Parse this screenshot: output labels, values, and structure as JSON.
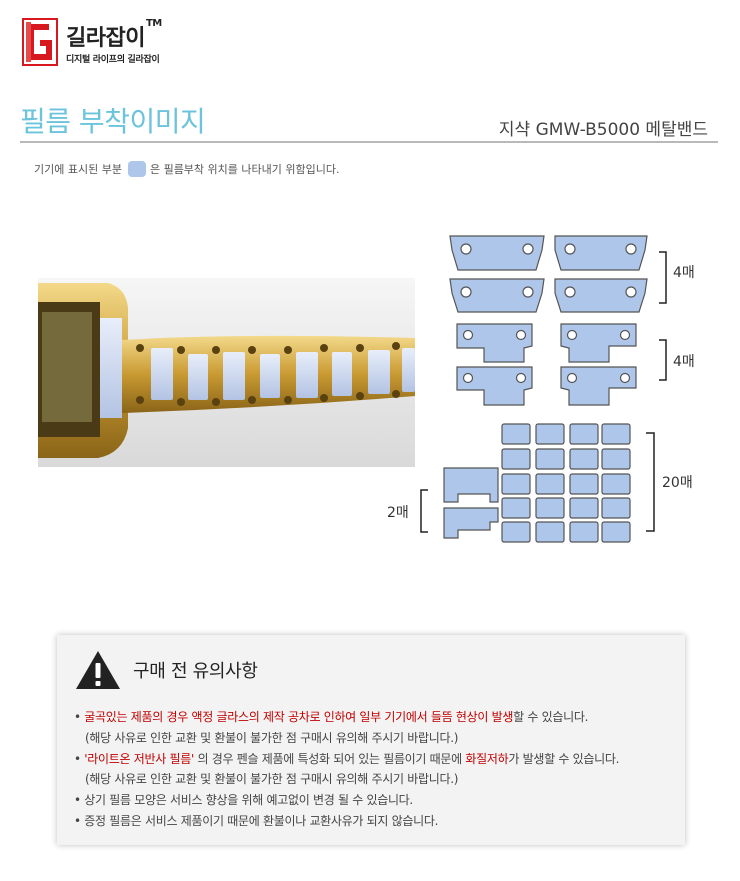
{
  "brand": {
    "name": "길라잡이",
    "tm": "TM",
    "tagline": "디지털 라이프의 길라잡이"
  },
  "section": {
    "title": "필름 부착이미지",
    "product": "지샥 GMW-B5000 메탈밴드",
    "notice_before": "기기에 표시된 부분",
    "notice_after": "은 필름부착 위치를 나타내기 위함입니다."
  },
  "diagram": {
    "qty_top": "4매",
    "qty_middle": "4매",
    "qty_grid": "20매",
    "qty_left": "2매",
    "film_color": "#aec6ea",
    "outline_color": "#555555"
  },
  "caution": {
    "title": "구매 전 유의사항",
    "item1_red": "굴곡있는 제품의 경우 액정 글라스의 제작 공차로 인하여 일부 기기에서 들뜸 현상이 발생",
    "item1_rest": "할 수 있습니다.",
    "item1_note": "(해당 사유로 인한 교환 및 환불이 불가한 점 구매시 유의해 주시기 바랍니다.)",
    "item2_red1": "'라이트온 저반사 필름'",
    "item2_mid": " 의 경우 펜슬 제품에 특성화 되어 있는 필름이기 때문에 ",
    "item2_red2": "화질저하",
    "item2_rest": "가 발생할 수 있습니다.",
    "item2_note": "(해당 사유로 인한 교환 및 환불이 불가한 점 구매시 유의해 주시기 바랍니다.)",
    "item3": "상기 필름 모양은 서비스 향상을 위해 예고없이 변경 될 수 있습니다.",
    "item4": "증정 필름은 서비스 제품이기 때문에 환불이나 교환사유가 되지 않습니다."
  },
  "colors": {
    "accent": "#6cc3dc",
    "warning": "#c00000",
    "logo_red": "#d7191f"
  }
}
